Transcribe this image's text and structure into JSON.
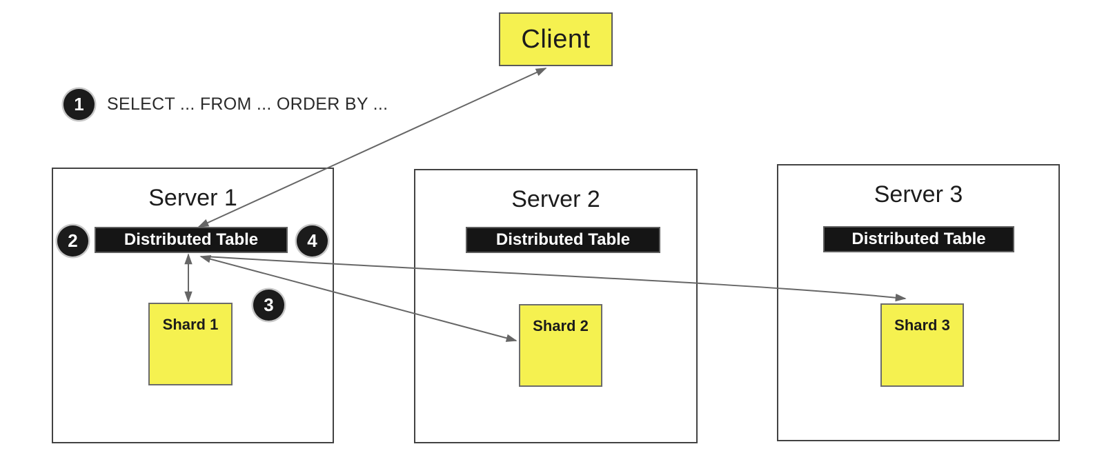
{
  "client": {
    "label": "Client"
  },
  "annotations": {
    "step1": {
      "number": "1",
      "text": "SELECT ... FROM ... ORDER BY ..."
    },
    "step2": {
      "number": "2"
    },
    "step3": {
      "number": "3"
    },
    "step4": {
      "number": "4"
    }
  },
  "servers": [
    {
      "title": "Server 1",
      "table_label": "Distributed Table",
      "shard_label": "Shard 1"
    },
    {
      "title": "Server 2",
      "table_label": "Distributed Table",
      "shard_label": "Shard 2"
    },
    {
      "title": "Server 3",
      "table_label": "Distributed Table",
      "shard_label": "Shard 3"
    }
  ],
  "arrows": [
    {
      "from": "Client",
      "to": "Distributed Table (Server 1)",
      "bidirectional": true
    },
    {
      "from": "Distributed Table (Server 1)",
      "to": "Shard 1",
      "bidirectional": true
    },
    {
      "from": "Distributed Table (Server 1)",
      "to": "Shard 2",
      "bidirectional": true
    },
    {
      "from": "Distributed Table (Server 1)",
      "to": "Shard 3",
      "bidirectional": false
    }
  ],
  "colors": {
    "box_fill": "#F5F150",
    "bar_fill": "#151515",
    "bar_text": "#FFFFFF",
    "line": "#666666",
    "server_border": "#424242",
    "shard_border": "#6B6B6B",
    "client_border": "#5A5A5A",
    "badge_fill": "#1B1B1B",
    "badge_text": "#FFFFFF",
    "text": "#1C1C1C"
  }
}
